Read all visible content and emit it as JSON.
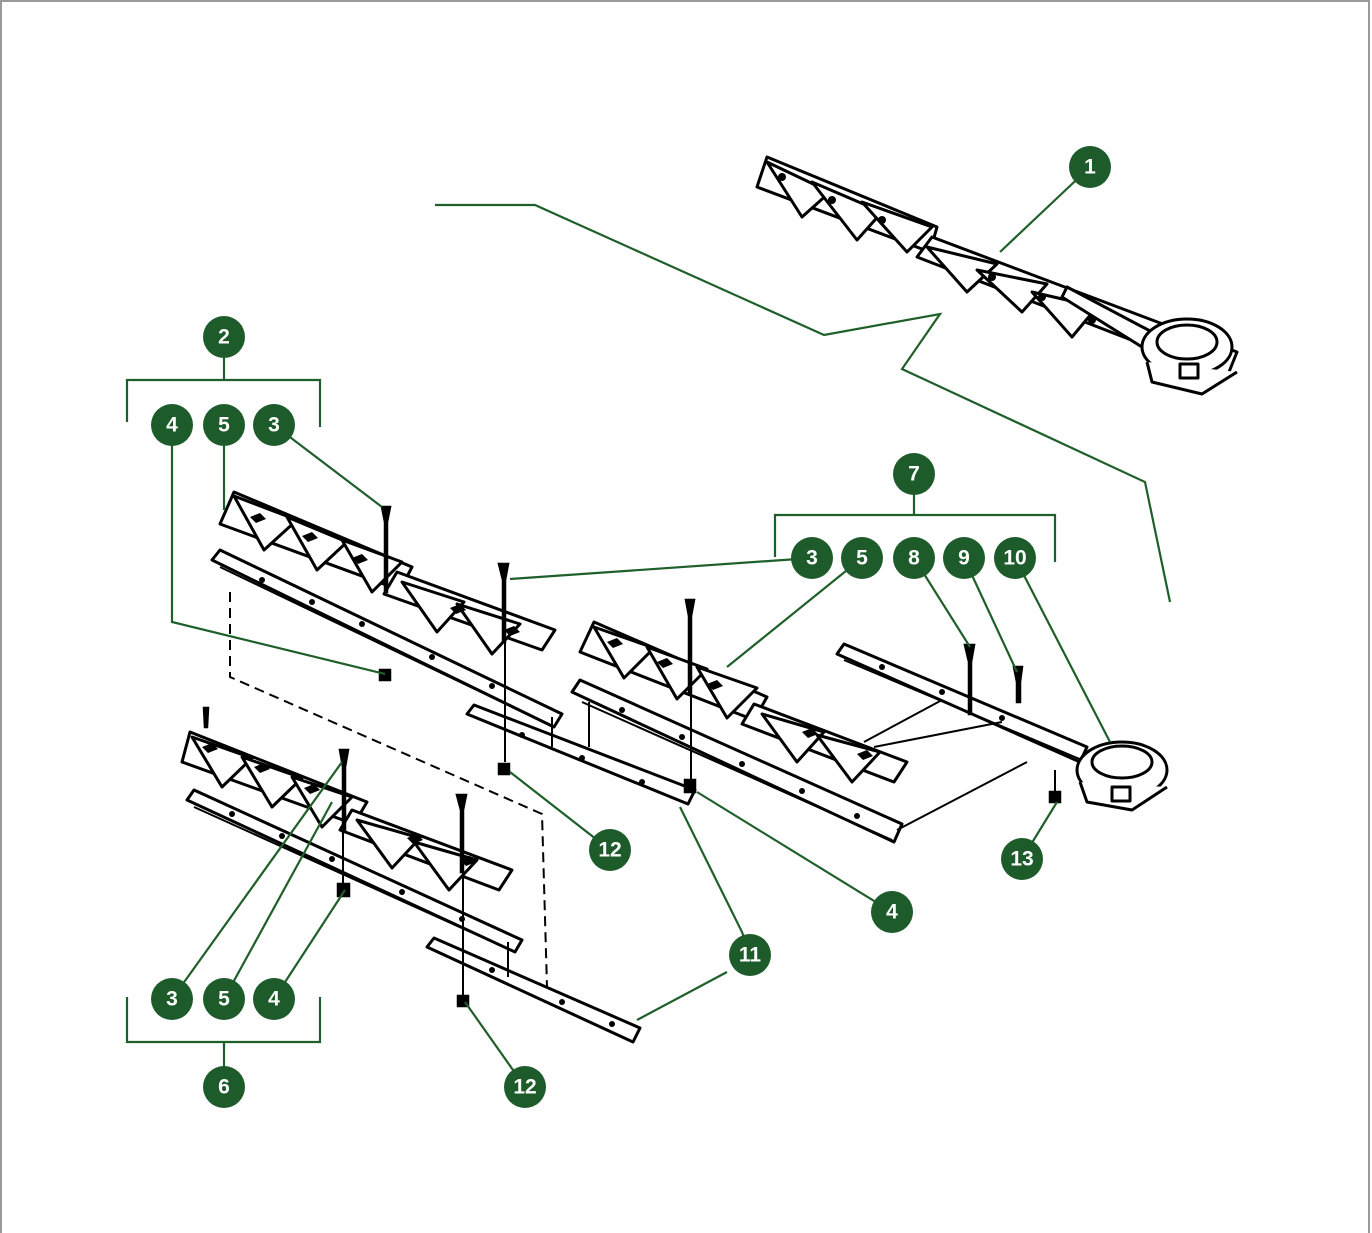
{
  "callouts": {
    "c1": "1",
    "c2": "2",
    "c3a": "3",
    "c4a": "4",
    "c5a": "5",
    "c3b": "3",
    "c5b": "5",
    "c7": "7",
    "c8": "8",
    "c9": "9",
    "c10": "10",
    "c12a": "12",
    "c4b": "4",
    "c11": "11",
    "c13": "13",
    "c3c": "3",
    "c5c": "5",
    "c4c": "4",
    "c6": "6",
    "c12b": "12"
  },
  "colors": {
    "callout_fill": "#1d5b2b",
    "leader": "#1f5f2a",
    "drawing": "#000000"
  }
}
